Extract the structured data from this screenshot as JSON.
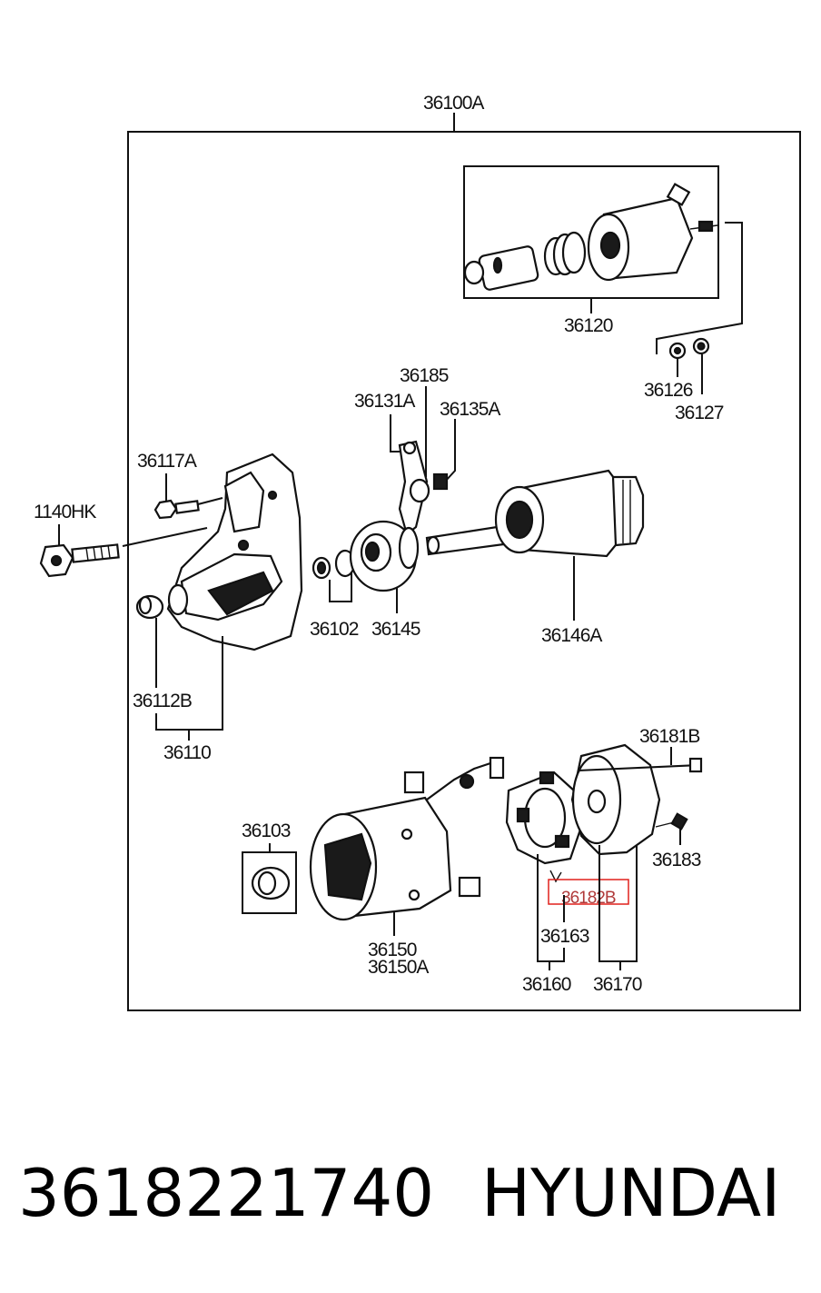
{
  "diagram": {
    "labels": {
      "assembly": "36100A",
      "solenoid": "36120",
      "nut_a": "36126",
      "nut_b": "36127",
      "lever_a": "36185",
      "lever_b": "36131A",
      "lever_c": "36135A",
      "bolt_a": "36117A",
      "bolt_b": "1140HK",
      "stop_ring": "36102",
      "pinion": "36145",
      "armature": "36146A",
      "bushing": "36112B",
      "front_housing": "36110",
      "bushing_b": "36103",
      "yoke_a": "36150",
      "yoke_b": "36150A",
      "thru_bolt": "36181B",
      "screw": "36183",
      "highlighted_part": "36182B",
      "brush_spring": "36163",
      "brush_holder": "36160",
      "rear_cover": "36170"
    },
    "highlight_color": "#e0201c"
  },
  "footer": {
    "part_number": "3618221740",
    "brand": "HYUNDAI"
  }
}
